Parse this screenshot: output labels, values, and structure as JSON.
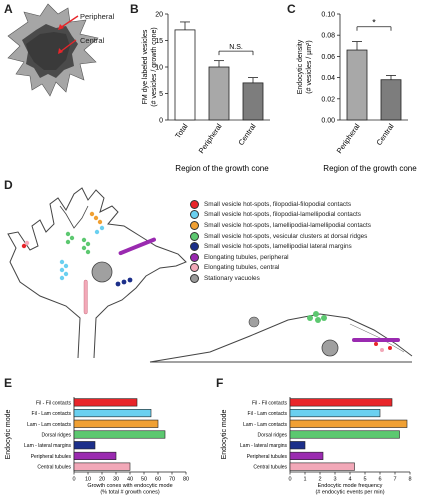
{
  "panels": {
    "a": "A",
    "b": "B",
    "c": "C",
    "d": "D",
    "e": "E",
    "f": "F"
  },
  "panel_a": {
    "peripheral": "Peripheral",
    "central": "Central"
  },
  "legend": [
    {
      "label": "Small vesicle hot-spots, filopodial-filopodial contacts",
      "color": "#e8252a"
    },
    {
      "label": "Small vesicle hot-spots, filopodial-lamellipodial contacts",
      "color": "#6ad0f0"
    },
    {
      "label": "Small vesicle hot-spots, lamellipodial-lamellipodial contacts",
      "color": "#f0a033"
    },
    {
      "label": "Small vesicle hot-spots, vesicular clusters at dorsal ridges",
      "color": "#5cc870"
    },
    {
      "label": "Small vesicle hot-spots, lamellipodial lateral margins",
      "color": "#1c2f8a"
    },
    {
      "label": "Elongating tubules, peripheral",
      "color": "#9a2ab0"
    },
    {
      "label": "Elongating tubules, central",
      "color": "#f2a8b8"
    },
    {
      "label": "Stationary vacuoles",
      "color": "#999999"
    }
  ],
  "chart_data": [
    {
      "id": "B",
      "type": "bar",
      "categories": [
        "Total",
        "Peripheral",
        "Central"
      ],
      "values": [
        17,
        10,
        7
      ],
      "errors": [
        1.5,
        1.2,
        1.0
      ],
      "colors": [
        "#ffffff",
        "#a8a8a8",
        "#7d7d7d"
      ],
      "ylabel": "FM dye labeled vesicles\n(# vesicles / growth cone)",
      "xlabel": "Region of the growth cone",
      "ylim": [
        0,
        20
      ],
      "yticks": [
        0,
        5,
        10,
        15,
        20
      ],
      "annotation": "N.S."
    },
    {
      "id": "C",
      "type": "bar",
      "categories": [
        "Peripheral",
        "Central"
      ],
      "values": [
        0.066,
        0.038
      ],
      "errors": [
        0.008,
        0.004
      ],
      "colors": [
        "#a8a8a8",
        "#7d7d7d"
      ],
      "ylabel": "Endocytic density\n(# vesicles / µm²)",
      "xlabel": "Region of the growth cone",
      "ylim": [
        0,
        0.1
      ],
      "yticks": [
        "0.00",
        "0.02",
        "0.04",
        "0.06",
        "0.08",
        "0.10"
      ],
      "annotation": "*"
    },
    {
      "id": "E",
      "type": "bar",
      "orientation": "horizontal",
      "categories": [
        "Fil - Fil contacts",
        "Fil - Lam contacts",
        "Lam - Lam contacts",
        "Dorsal ridges",
        "Lam - lateral margins",
        "Peripheral tubules",
        "Central tubules"
      ],
      "values": [
        45,
        55,
        60,
        65,
        15,
        30,
        40
      ],
      "colors": [
        "#e8252a",
        "#6ad0f0",
        "#f0a033",
        "#5cc870",
        "#1c2f8a",
        "#9a2ab0",
        "#f2a8b8"
      ],
      "ylabel": "Endocytic mode",
      "xlabel": "Growth cones with endocytic mode\n(% total # growth cones)",
      "xlim": [
        0,
        80
      ],
      "xticks": [
        0,
        10,
        20,
        30,
        40,
        50,
        60,
        70,
        80
      ]
    },
    {
      "id": "F",
      "type": "bar",
      "orientation": "horizontal",
      "categories": [
        "Fil - Fil contacts",
        "Fil - Lam contacts",
        "Lam - Lam contacts",
        "Dorsal ridges",
        "Lam - lateral margins",
        "Peripheral tubules",
        "Central tubules"
      ],
      "values": [
        6.8,
        6.0,
        7.8,
        7.3,
        1.0,
        2.2,
        4.3
      ],
      "colors": [
        "#e8252a",
        "#6ad0f0",
        "#f0a033",
        "#5cc870",
        "#1c2f8a",
        "#9a2ab0",
        "#f2a8b8"
      ],
      "ylabel": "Endocytic mode",
      "xlabel": "Endocytic mode frequency\n(# endocytic events per min)",
      "xlim": [
        0,
        8
      ],
      "xticks": [
        0,
        1,
        2,
        3,
        4,
        5,
        6,
        7,
        8
      ]
    }
  ]
}
